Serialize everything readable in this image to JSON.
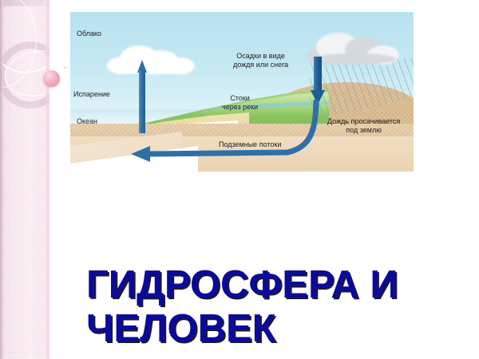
{
  "slide": {
    "title_line1": "ГИДРОСФЕРА И",
    "title_line2": "ЧЕЛОВЕК",
    "title_color": "#0a0a9c",
    "title_shadow_color": "#1a1a2e",
    "background_color": "#ffffff"
  },
  "sidebar": {
    "decoration_name": "pink-ribbon-decoration",
    "base_color": "#f6e3ec",
    "accent_color": "#efd5e0",
    "ring_color": "#c4a0b2",
    "sphere_color": "#f3aebf",
    "sphere_mark": "×"
  },
  "diagram": {
    "name": "water-cycle-diagram",
    "sky_color": "#c3e7f2",
    "ocean_color": "#cfeaf3",
    "ground_color": "#e6cda7",
    "green_land_color": "#8fc763",
    "arrow_color": "#2f6fa8",
    "labels": {
      "cloud": "Облако",
      "evaporation": "Испарение",
      "ocean": "Океан",
      "precipitation_line1": "Осадки в виде",
      "precipitation_line2": "дождя или снега",
      "runoff_line1": "Стоки",
      "runoff_line2": "через реки",
      "groundwater": "Подземные потоки",
      "infiltration_line1": "Дождь просачивается",
      "infiltration_line2": "под землю"
    },
    "elements": {
      "cloud_left": "cloud-icon",
      "cloud_right": "rain-cloud-icon",
      "rain": "rain-streaks",
      "arrow_up": "evaporation-arrow-up",
      "arrow_down": "precipitation-arrow-down",
      "arrow_underground": "groundwater-flow-arrow-left",
      "arrow_infiltration": "infiltration-curve"
    }
  }
}
